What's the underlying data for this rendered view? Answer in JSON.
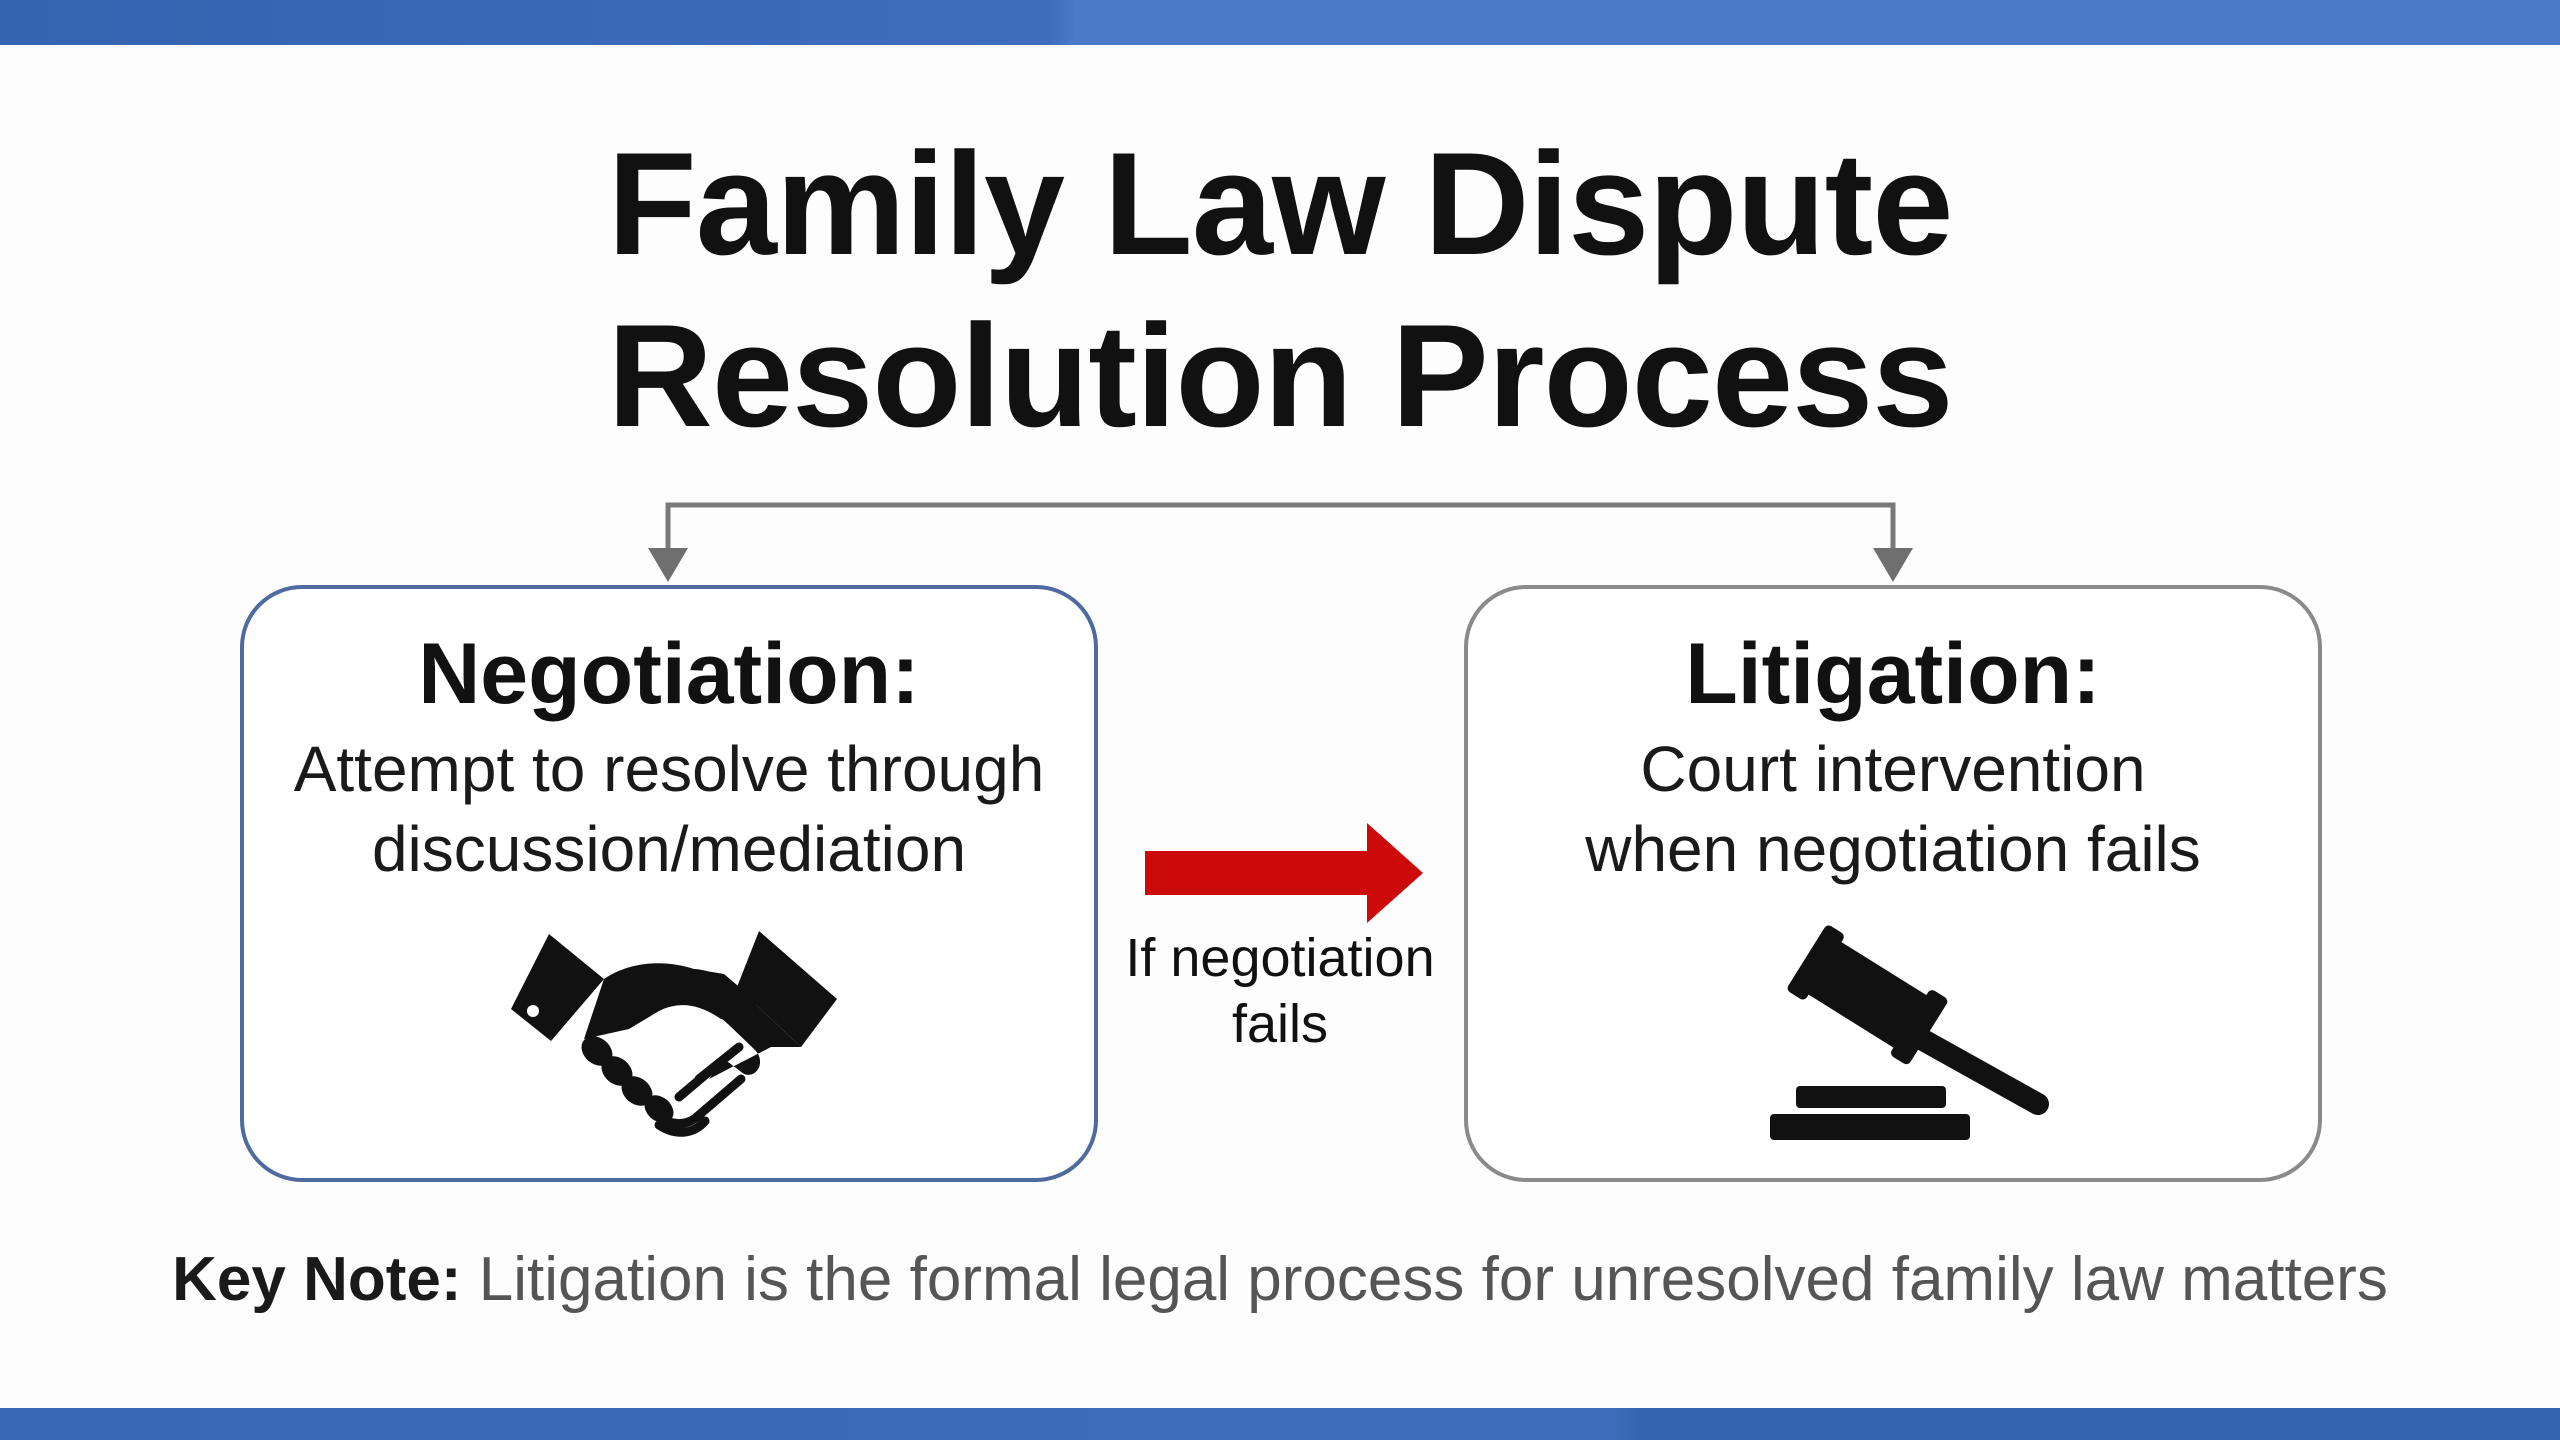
{
  "title": {
    "line1": "Family Law Dispute",
    "line2": "Resolution Process"
  },
  "negotiation": {
    "title": "Negotiation:",
    "desc_line1": "Attempt to resolve through",
    "desc_line2": "discussion/mediation",
    "icon": "handshake-icon"
  },
  "litigation": {
    "title": "Litigation:",
    "desc_line1": "Court intervention",
    "desc_line2": "when negotiation fails",
    "icon": "gavel-icon"
  },
  "transition": {
    "label_line1": "If negotiation",
    "label_line2": "fails"
  },
  "key_note": {
    "label": "Key Note:",
    "text": " Litigation is the formal legal process for unresolved family law matters"
  },
  "colors": {
    "accent_blue": "#4a7ac8",
    "arrow_red": "#cc0a0a",
    "left_border": "#4e6a9e",
    "right_border": "#8a8a8a"
  }
}
